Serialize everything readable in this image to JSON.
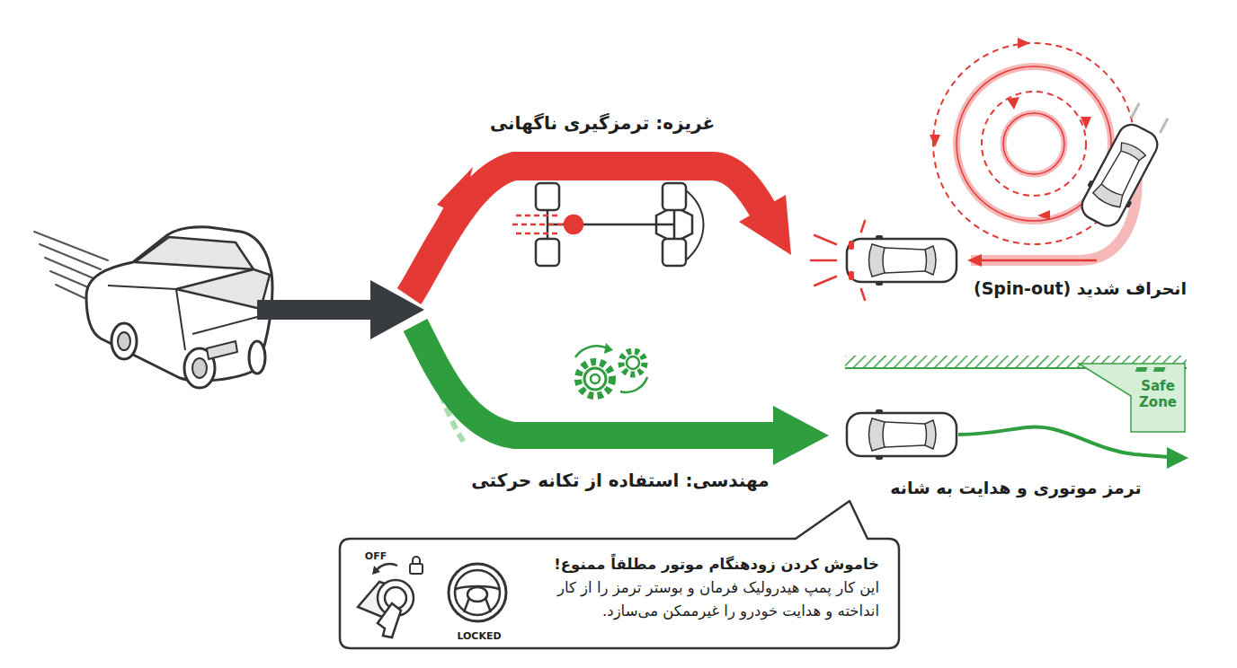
{
  "diagram": {
    "nodes": [
      {
        "text": [
          "Safe Zone"
        ]
      },
      {
        "text": [
          "خاموش کردن زودهنگام موتور مطلقاً ممنوع!",
          "این کار پمپ هیدرولیک فرمان و بوستر ترمز را از کار انداخته و هدایت خودرو را غیرممکن می‌سازد."
        ]
      }
    ],
    "labels": [
      "غریزه: ترمزگیری ناگهانی",
      "انحراف شدید (Spin-out)",
      "مهندسی: استفاده از تکانه حرکتی",
      "ترمز موتوری و هدایت به شانه",
      "OFF",
      "LOCKED"
    ]
  }
}
